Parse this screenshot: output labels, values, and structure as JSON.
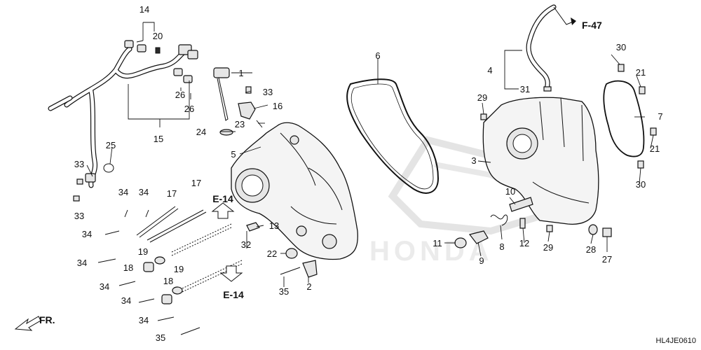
{
  "labels": {
    "p1": "1",
    "p2": "2",
    "p3": "3",
    "p4": "4",
    "p5": "5",
    "p6": "6",
    "p7": "7",
    "p8": "8",
    "p9": "9",
    "p10": "10",
    "p11": "11",
    "p12": "12",
    "p13": "13",
    "p14": "14",
    "p15": "15",
    "p16": "16",
    "p17a": "17",
    "p17b": "17",
    "p18a": "18",
    "p18b": "18",
    "p19a": "19",
    "p19b": "19",
    "p20": "20",
    "p21a": "21",
    "p21b": "21",
    "p22": "22",
    "p23": "23",
    "p24": "24",
    "p25": "25",
    "p26a": "26",
    "p26b": "26",
    "p27": "27",
    "p28": "28",
    "p29a": "29",
    "p29b": "29",
    "p30a": "30",
    "p30b": "30",
    "p31": "31",
    "p32": "32",
    "p33a": "33",
    "p33b": "33",
    "p33c": "33",
    "p34a": "34",
    "p34b": "34",
    "p34c": "34",
    "p34d": "34",
    "p34e": "34",
    "p34f": "34",
    "p34g": "34",
    "p35a": "35",
    "p35b": "35"
  },
  "refs": {
    "e14_up": "E-14",
    "e14_down": "E-14",
    "f47": "F-47",
    "front": "FR."
  },
  "watermark": "HONDA",
  "diagram_code": "HL4JE0610"
}
